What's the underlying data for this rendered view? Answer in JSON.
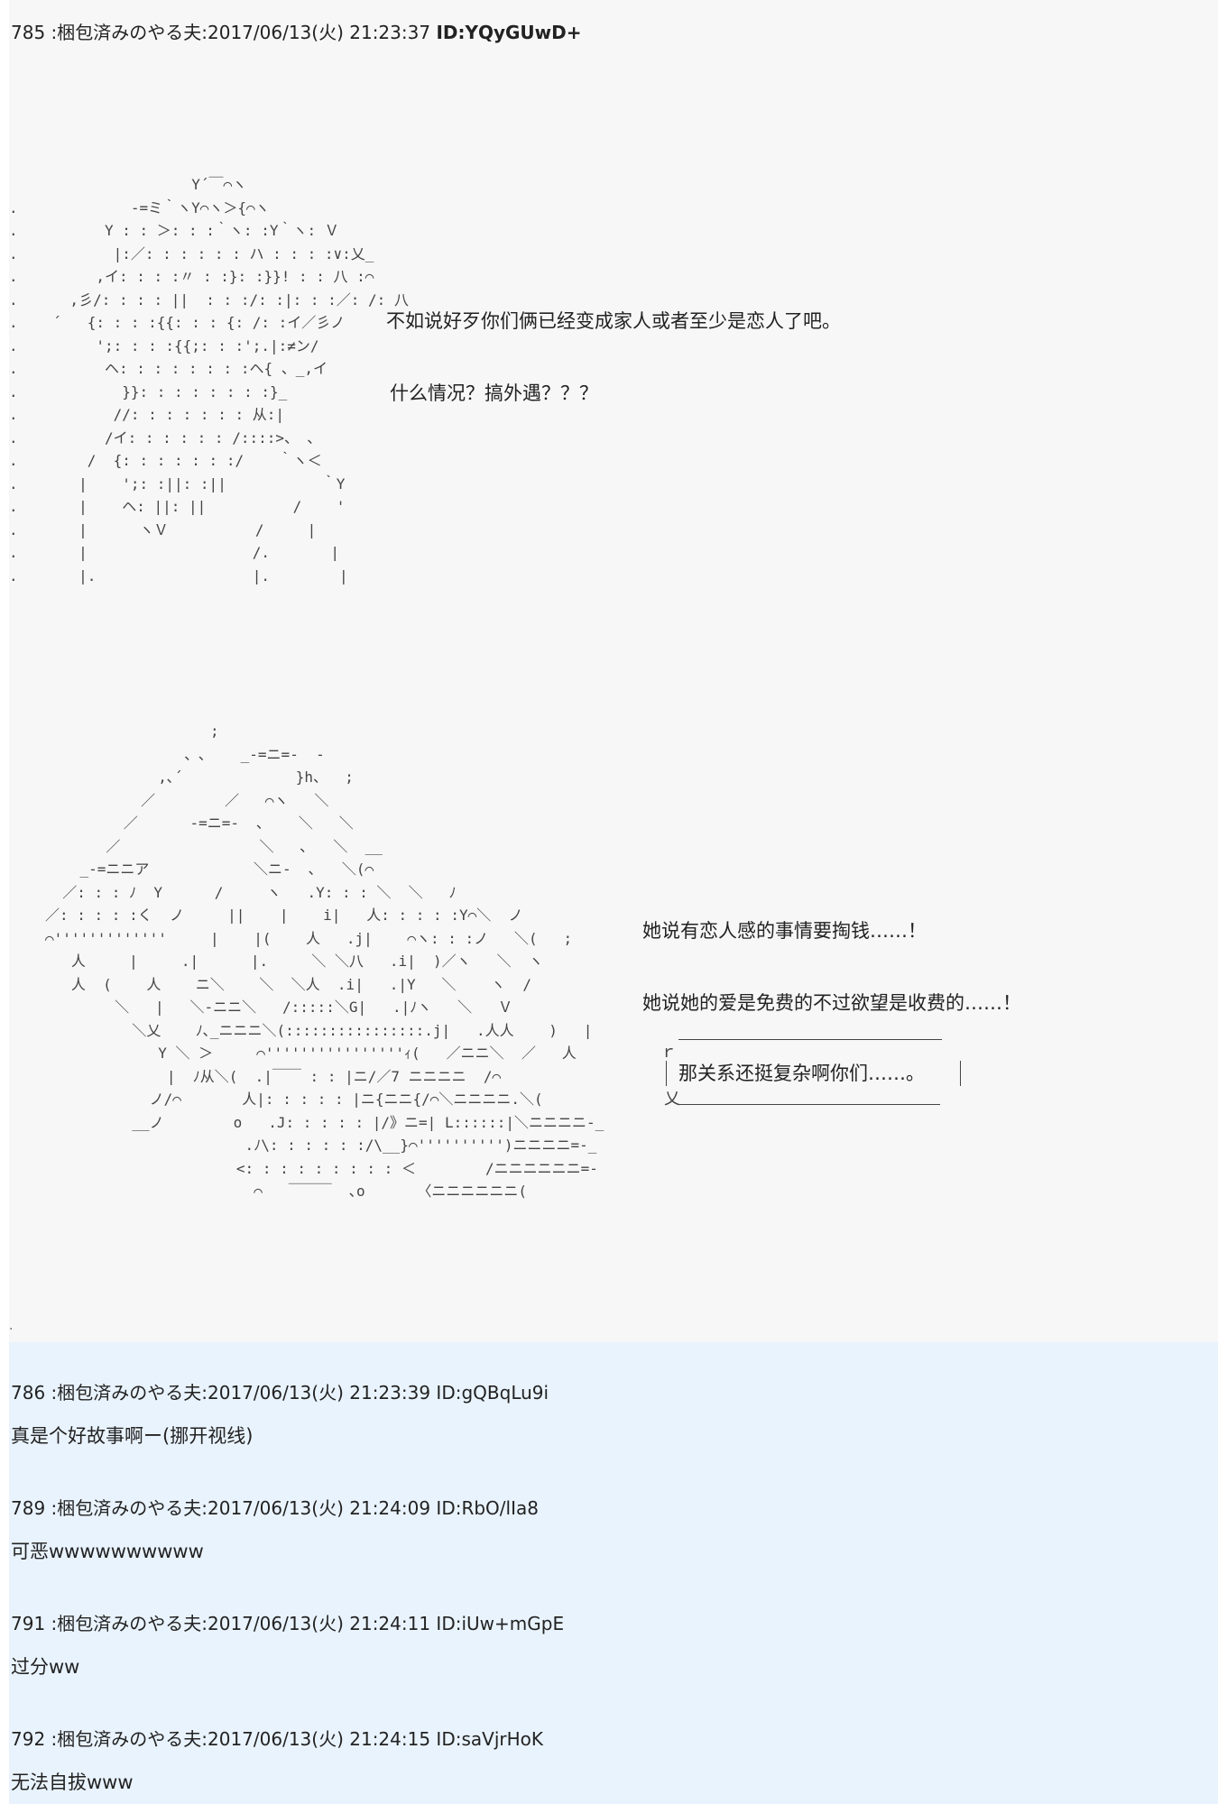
{
  "main_post": {
    "header": "785 :梱包済みのやる夫:2017/06/13(火) 21:23:37 ",
    "id": "ID:YQyGUwD+",
    "ascii_art_1": "                     Y´￣⌒ヽ\n.             -=ミ｀ヽY⌒ヽ＞{⌒ヽ\n.          Y : : ＞: : :｀ヽ: :Y｀ヽ: Ｖ\n.           |:／: : : : : : ハ : : : :∨:乂_\n.         ,イ: : : :〃 : :}: :}}! : : 八 :⌒\n.      ,彡/: : : : ||  : : :/: :|: : :／: /: 八\n.    ´   {: : : :{{: : : {: /: :イ／彡ノ\n.         ';: : : :{{;: : :';.|:≠ン/\n.          ヘ: : : : : : : :ヘ{ 、_,イ\n.            }}: : : : : : : :}_\n.           //: : : : : : : 从:|\n.          /イ: : : : : : /::::>、 ､\n.        /  {: : : : : : :/    ｀ヽ＜\n.       |    ';: :||: :||           ｀Y\n.       |    ヘ: ||: ||          /    '\n.       |      ヽＶ          /     |\n.       |                   /.       |\n.       |.                  |.        |",
    "ascii_art_2": "                   ;\n                、､    _-=ニ=-  -\n             ,､´             }h、  ;\n           ／        ／   ⌒ヽ   ＼\n         ／      -=ニ=-  ､    ＼   ＼\n       ／                ＼   ､   ＼  __\n    _-=ニニア            ＼ニ-  ､   ＼(⌒\n  ／: : : ﾉ  Y      /     ヽ   .Y: : : ＼  ＼   ﾉ\n／: : : : :く  ノ     ||    |    i|   人: : : : :Y⌒＼  ノ\n⌒'''''''''''''     |    |(    人   .j|    ⌒ヽ: : :ノ   ＼(   ;\n   人     |     .|      |.     ＼ ＼八   .i|  )／ヽ   ＼  ヽ\n   人  (    人    ニ＼    ＼  ＼人  .i|   .|Y   ＼    ヽ  /\n        ＼   |   ＼-ニニ＼   /:::::＼G|   .|ﾉヽ   ＼   Ｖ\n          ＼乂    ﾉ､_ニニニ＼(::::::::::::::::.j|   .人人    )   |\n             Y ＼ ＞     ⌒''''''''''''''''ｨ(   ／ニニ＼  ／   人\n              |  ﾉ从＼(  .|￣￣ : : |ニ/／7 ニニニニ  /⌒\n            ノ/⌒       人|: : : : : |ニ{ニニ{/⌒＼ニニニニ.＼(\n          __ノ        o   .J: : : : : |/》ニ=| L::::::|＼ニニニニ-_\n                       .ﾉ\\: : : : : :/\\__}⌒'''''''''')ニニニニ=-_\n                      <: : : : : : : : : ＜        /ニニニニニニ=-\n                        ⌒   ￣￣￣  ､o      〈ニニニニニニ(",
    "lines_1": [
      "不如说好歹你们俩已经变成家人或者至少是恋人了吧。",
      "什么情况？搞外遇？？？"
    ],
    "lines_2": [
      "她说有恋人感的事情要掏钱……！",
      "她说她的爱是免费的不过欲望是收费的……！"
    ],
    "bubble": {
      "tl": "ｒ",
      "bl": "乂",
      "text": "那关系还挺复杂啊你们……。"
    },
    "dot": "."
  },
  "replies": [
    {
      "header": "786 :梱包済みのやる夫:2017/06/13(火) 21:23:39 ID:gQBqLu9i",
      "body": "真是个好故事啊ー(挪开视线)"
    },
    {
      "header": "789 :梱包済みのやる夫:2017/06/13(火) 21:24:09 ID:RbO/lIa8",
      "body": "可恶wwwwwwwwww"
    },
    {
      "header": "791 :梱包済みのやる夫:2017/06/13(火) 21:24:11 ID:iUw+mGpE",
      "body": "过分ww"
    },
    {
      "header": "792 :梱包済みのやる夫:2017/06/13(火) 21:24:15 ID:saVjrHoK",
      "body": "无法自拔www"
    }
  ]
}
